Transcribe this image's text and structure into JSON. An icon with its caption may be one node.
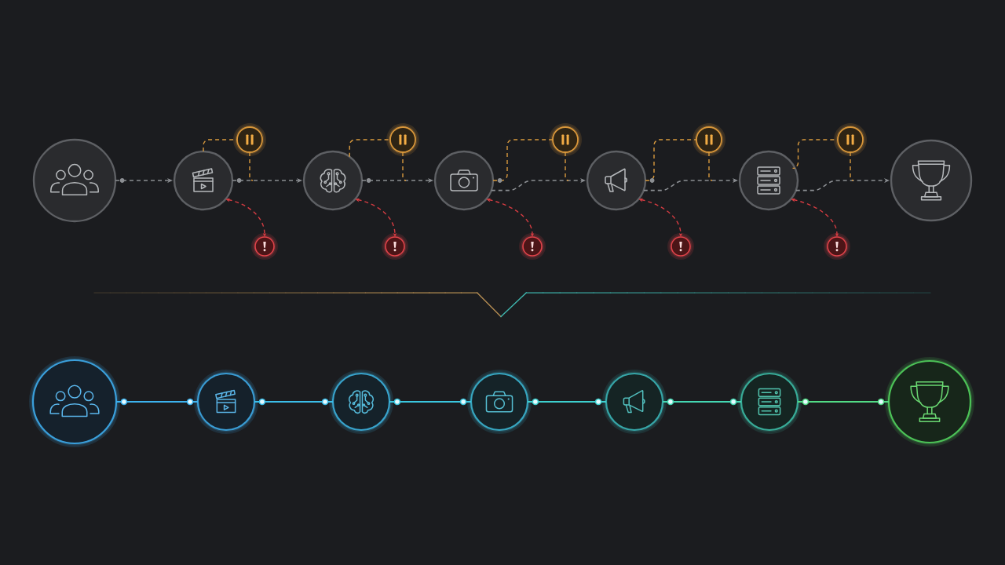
{
  "diagram": {
    "nodes": [
      {
        "text": [],
        "shape": "circle"
      },
      {
        "text": [],
        "shape": "circle"
      },
      {
        "text": [],
        "shape": "circle"
      },
      {
        "text": [],
        "shape": "circle"
      },
      {
        "text": [],
        "shape": "circle"
      },
      {
        "text": [],
        "shape": "circle"
      },
      {
        "text": [],
        "shape": "circle"
      },
      {
        "text": [],
        "shape": "circle"
      },
      {
        "text": [],
        "shape": "circle"
      },
      {
        "text": [],
        "shape": "circle"
      },
      {
        "text": [],
        "shape": "circle"
      },
      {
        "text": [],
        "shape": "circle"
      },
      {
        "text": [],
        "shape": "circle"
      },
      {
        "text": [],
        "shape": "circle"
      },
      {
        "text": [],
        "shape": "circle"
      },
      {
        "text": [],
        "shape": "circle"
      },
      {
        "text": [],
        "shape": "circle"
      },
      {
        "text": [],
        "shape": "circle"
      },
      {
        "text": [],
        "shape": "circle"
      },
      {
        "text": [],
        "shape": "circle"
      },
      {
        "text": [],
        "shape": "circle"
      },
      {
        "text": [],
        "shape": "circle"
      },
      {
        "text": [],
        "shape": "circle"
      },
      {
        "text": [],
        "shape": "circle"
      }
    ],
    "edges": [
      {
        "from": 0,
        "to": 1,
        "arrow": "to",
        "style": "dashed"
      },
      {
        "from": 1,
        "to": 2,
        "arrow": "to",
        "style": "dashed"
      },
      {
        "from": 2,
        "to": 3,
        "arrow": "to",
        "style": "dashed"
      },
      {
        "from": 3,
        "to": 4,
        "arrow": "to",
        "style": "dashed"
      },
      {
        "from": 4,
        "to": 5,
        "arrow": "to",
        "style": "dashed"
      },
      {
        "from": 5,
        "to": 6,
        "arrow": "to",
        "style": "dashed"
      },
      {
        "from": 1,
        "to": 7,
        "arrow": "none",
        "style": "dashed",
        "color": "#d99a3e"
      },
      {
        "from": 2,
        "to": 8,
        "arrow": "none",
        "style": "dashed",
        "color": "#d99a3e"
      },
      {
        "from": 3,
        "to": 9,
        "arrow": "none",
        "style": "dashed",
        "color": "#d99a3e"
      },
      {
        "from": 4,
        "to": 10,
        "arrow": "none",
        "style": "dashed",
        "color": "#d99a3e"
      },
      {
        "from": 5,
        "to": 11,
        "arrow": "none",
        "style": "dashed",
        "color": "#d99a3e"
      },
      {
        "from": 7,
        "to": null,
        "arrow": "none",
        "style": "dashed",
        "color": "#d99a3e"
      },
      {
        "from": 8,
        "to": null,
        "arrow": "none",
        "style": "dashed",
        "color": "#d99a3e"
      },
      {
        "from": 9,
        "to": null,
        "arrow": "none",
        "style": "dashed",
        "color": "#d99a3e"
      },
      {
        "from": 10,
        "to": null,
        "arrow": "none",
        "style": "dashed",
        "color": "#d99a3e"
      },
      {
        "from": 11,
        "to": null,
        "arrow": "none",
        "style": "dashed",
        "color": "#d99a3e"
      },
      {
        "from": 1,
        "to": 12,
        "arrow": "both",
        "style": "dashed",
        "color": "#d63c42"
      },
      {
        "from": 2,
        "to": 13,
        "arrow": "both",
        "style": "dashed",
        "color": "#d63c42"
      },
      {
        "from": 3,
        "to": 14,
        "arrow": "both",
        "style": "dashed",
        "color": "#d63c42"
      },
      {
        "from": 4,
        "to": 15,
        "arrow": "both",
        "style": "dashed",
        "color": "#d63c42"
      },
      {
        "from": 5,
        "to": 16,
        "arrow": "both",
        "style": "dashed",
        "color": "#d63c42"
      },
      {
        "from": 17,
        "to": 18,
        "arrow": "none",
        "color": "#3cb2ee"
      },
      {
        "from": 18,
        "to": 19,
        "arrow": "none",
        "color": "#3bbde8"
      },
      {
        "from": 19,
        "to": 20,
        "arrow": "none",
        "color": "#3ac6de"
      },
      {
        "from": 20,
        "to": 21,
        "arrow": "none",
        "color": "#3dcfce"
      },
      {
        "from": 21,
        "to": 22,
        "arrow": "none",
        "color": "#44d6b2"
      },
      {
        "from": 22,
        "to": 23,
        "arrow": "none",
        "color": "#52da84"
      }
    ]
  }
}
